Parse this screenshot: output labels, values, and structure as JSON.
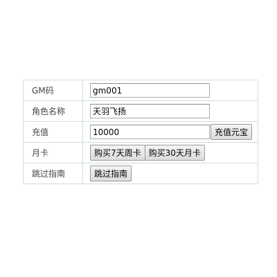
{
  "form": {
    "rows": [
      {
        "label": "GM码",
        "input_value": "gm001"
      },
      {
        "label": "角色名称",
        "input_value": "天羽飞扬"
      },
      {
        "label": "充值",
        "input_value": "10000",
        "button": "充值元宝"
      },
      {
        "label": "月卡",
        "buttons": [
          "购买7天周卡",
          "购买30天月卡"
        ]
      },
      {
        "label": "跳过指南",
        "button": "跳过指南"
      }
    ]
  }
}
